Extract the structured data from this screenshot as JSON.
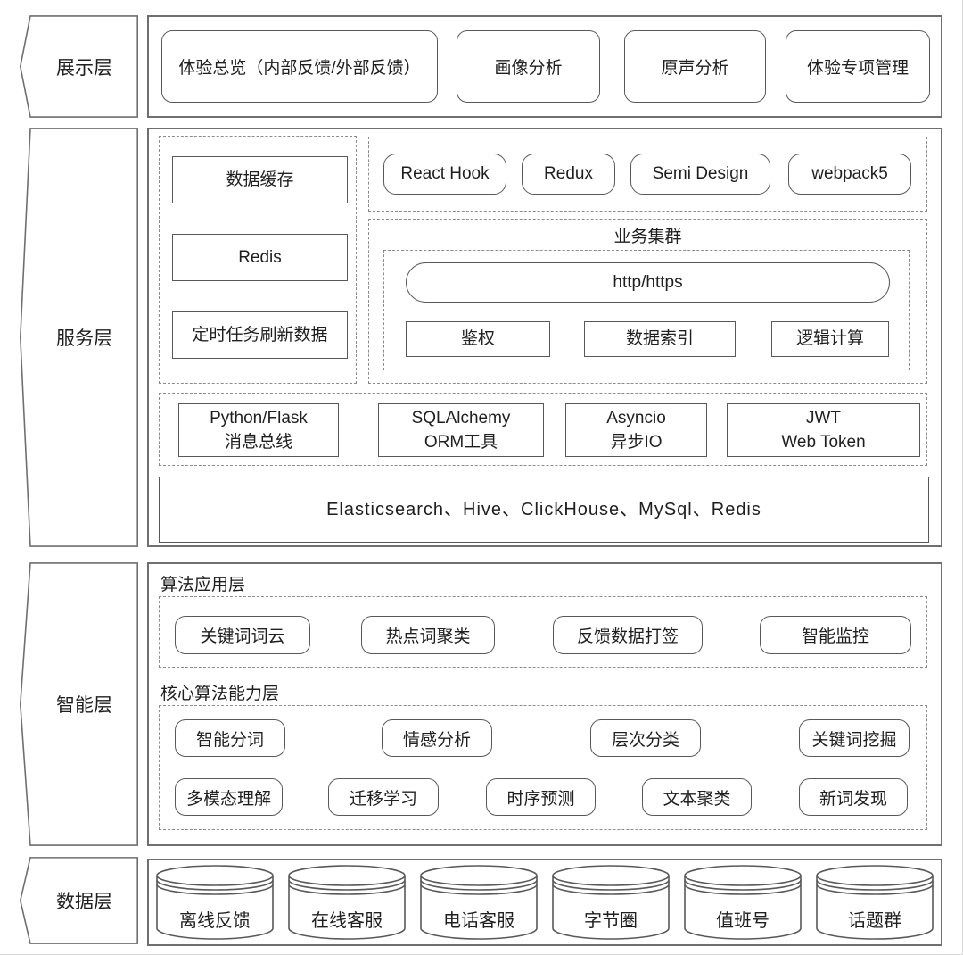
{
  "palette": {
    "border_gray": "#6f6f6f",
    "box_border": "#595959",
    "dash_gray": "#8c8c8c",
    "text": "#1f1f1f",
    "background": "#ffffff"
  },
  "layers": {
    "presentation": {
      "label": "展示层",
      "modules": [
        "体验总览（内部反馈/外部反馈）",
        "画像分析",
        "原声分析",
        "体验专项管理"
      ]
    },
    "service": {
      "label": "服务层",
      "cache_panel": [
        "数据缓存",
        "Redis",
        "定时任务刷新数据"
      ],
      "frontend_stack": [
        "React Hook",
        "Redux",
        "Semi Design",
        "webpack5"
      ],
      "business_cluster": {
        "title": "业务集群",
        "protocol": "http/https",
        "services": [
          "鉴权",
          "数据索引",
          "逻辑计算"
        ]
      },
      "backend_stack": [
        {
          "line1": "Python/Flask",
          "line2": "消息总线"
        },
        {
          "line1": "SQLAlchemy",
          "line2": "ORM工具"
        },
        {
          "line1": "Asyncio",
          "line2": "异步IO"
        },
        {
          "line1": "JWT",
          "line2": "Web Token"
        }
      ],
      "storage": "Elasticsearch、Hive、ClickHouse、MySql、Redis"
    },
    "intelligence": {
      "label": "智能层",
      "application": {
        "title": "算法应用层",
        "items": [
          "关键词词云",
          "热点词聚类",
          "反馈数据打签",
          "智能监控"
        ]
      },
      "core": {
        "title": "核心算法能力层",
        "row1": [
          "智能分词",
          "情感分析",
          "层次分类",
          "关键词挖掘"
        ],
        "row2": [
          "多模态理解",
          "迁移学习",
          "时序预测",
          "文本聚类",
          "新词发现"
        ]
      }
    },
    "data": {
      "label": "数据层",
      "sources": [
        "离线反馈",
        "在线客服",
        "电话客服",
        "字节圈",
        "值班号",
        "话题群"
      ]
    }
  }
}
